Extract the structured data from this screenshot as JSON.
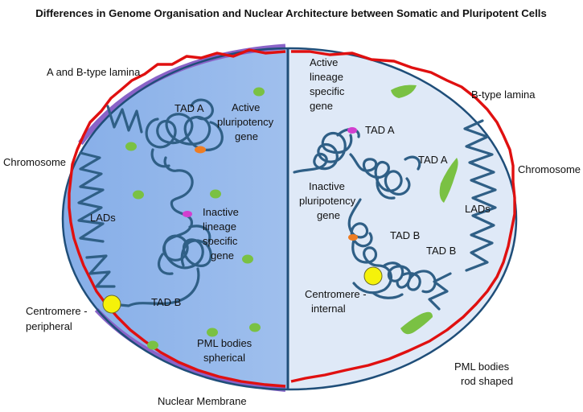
{
  "title": "Differences in Genome Organisation and Nuclear Architecture  between Somatic and Pluripotent Cells",
  "colors": {
    "somatic_fill": "#9fc0ee",
    "pluripotent_fill": "#dfe9f7",
    "nucleus_outline": "#1f4e79",
    "lamina": "#e01010",
    "ab_lamina_extra": "#8a63c8",
    "chromatin": "#2f5f86",
    "pml_body": "#7ac143",
    "centromere": "#f5f20a",
    "active_gene": "#ee7d23",
    "inactive_gene": "#d23fcf"
  },
  "labels": {
    "ab_lamina": "A and B-type lamina",
    "chromosome_left": "Chromosome",
    "lads_left": "LADs",
    "centromere_peripheral_1": "Centromere -",
    "centromere_peripheral_2": "peripheral",
    "nuclear_membrane": "Nuclear Membrane",
    "tad_a_left": "TAD A",
    "active_pluri_1": "Active",
    "active_pluri_2": "pluripotency",
    "active_pluri_3": "gene",
    "inactive_lineage_1": "Inactive",
    "inactive_lineage_2": "lineage",
    "inactive_lineage_3": "specific",
    "inactive_lineage_4": "gene",
    "tad_b_left": "TAD B",
    "pml_spherical_1": "PML bodies",
    "pml_spherical_2": "spherical",
    "active_lineage_1": "Active",
    "active_lineage_2": "lineage",
    "active_lineage_3": "specific",
    "active_lineage_4": "gene",
    "tad_a_right_1": "TAD A",
    "tad_a_right_2": "TAD A",
    "inactive_pluri_1": "Inactive",
    "inactive_pluri_2": "pluripotency",
    "inactive_pluri_3": "gene",
    "tad_b_right_1": "TAD B",
    "tad_b_right_2": "TAD B",
    "centromere_internal_1": "Centromere -",
    "centromere_internal_2": "internal",
    "b_lamina": "B-type lamina",
    "chromosome_right": "Chromosome",
    "lads_right": "LADs",
    "pml_rod_1": "PML bodies",
    "pml_rod_2": "rod shaped"
  }
}
